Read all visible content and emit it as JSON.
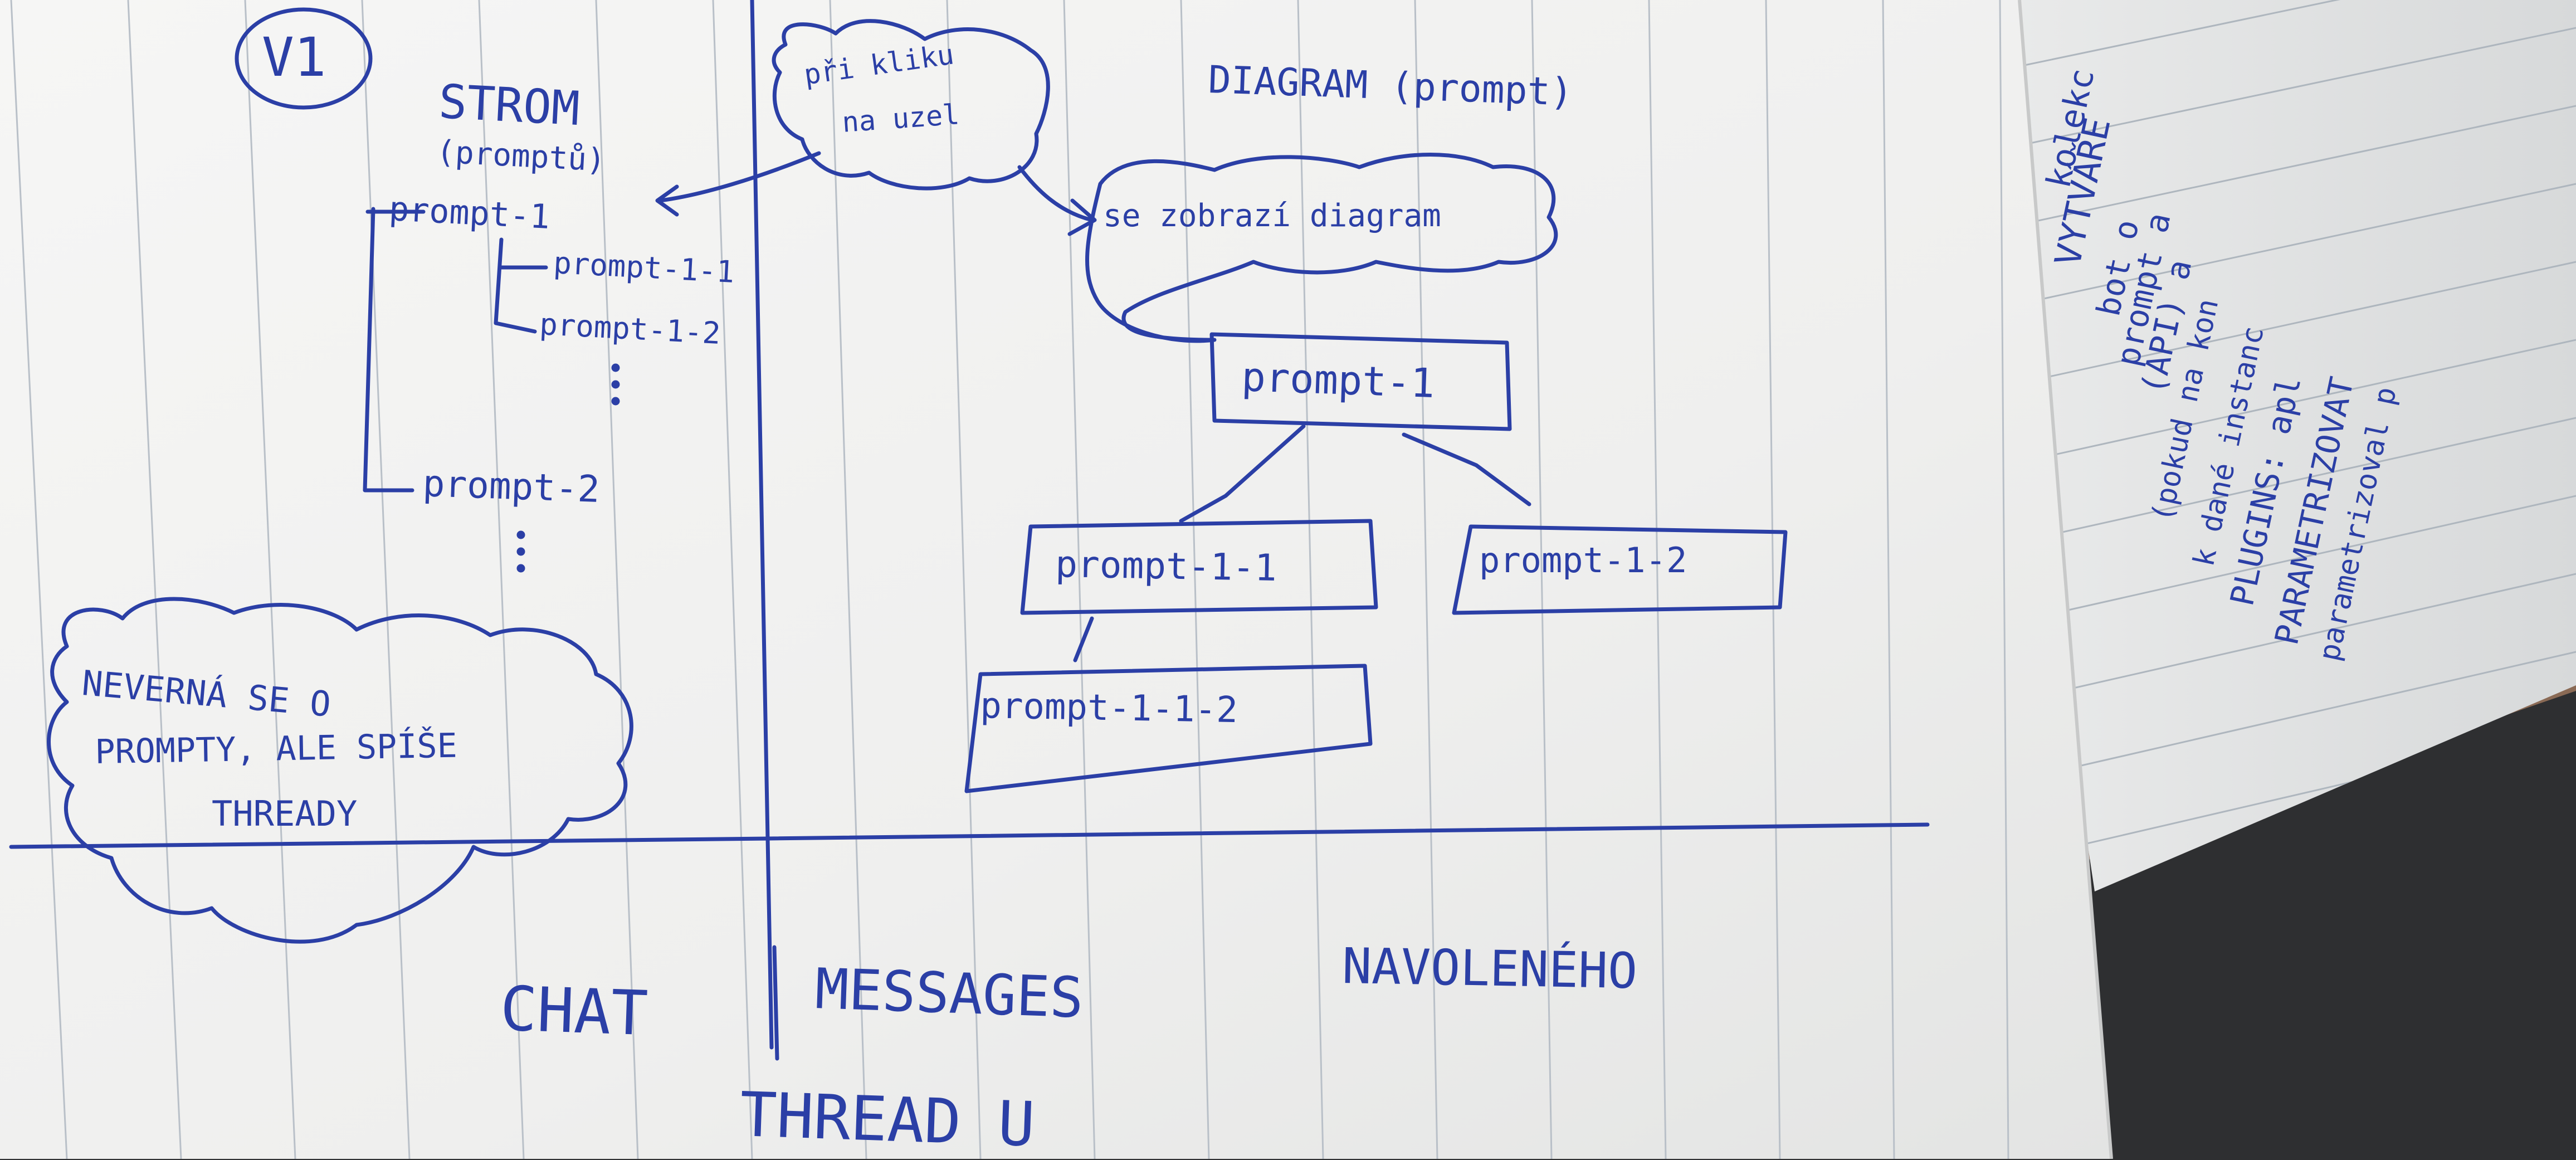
{
  "colors": {
    "ink": "#2b3fa6",
    "paper": "#f3f3f2",
    "rule_line": "#b9c0c8",
    "desk_wood": "#8a6a55",
    "fabric": "#2e2f31"
  },
  "notes": {
    "version_mark": "V1",
    "tree_title": "STROM",
    "tree_subtitle": "(promptů)",
    "tree_items": [
      "prompt-1",
      "prompt-1-1",
      "prompt-1-2",
      "prompt-2"
    ],
    "click_bubble_line1": "při kliku",
    "click_bubble_line2": "na uzel",
    "diagram_title": "DIAGRAM (prompt)",
    "diagram_bubble": "se zobrazí diagram",
    "diagram_nodes": [
      "prompt-1",
      "prompt-1-1",
      "prompt-1-2",
      "prompt-1-1-2"
    ],
    "warning_line1": "NEVERNÁ SE O",
    "warning_line2": "PROMPTY, ALE SPÍŠE",
    "warning_line3": "THREADY",
    "bottom_left": "CHAT",
    "bottom_middle": "MESSAGES",
    "bottom_right": "NAVOLENÉHO",
    "bottom_under": "THREAD U"
  },
  "side_page": {
    "lines": [
      "kolekc",
      "VYTVÁŘE",
      "bot o",
      "prompt a",
      "(API) a",
      "(pokud na kon",
      "k dané instanc",
      "PLUGINS: apl",
      "PARAMETRIZOVAT",
      "parametrizoval p"
    ]
  }
}
